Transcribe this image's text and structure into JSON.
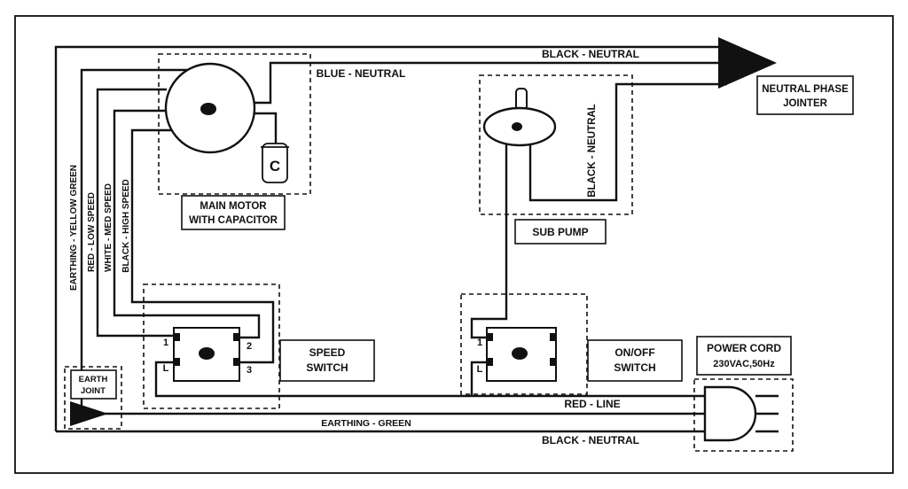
{
  "components": {
    "main_motor": {
      "label_lines": [
        "MAIN MOTOR",
        "WITH CAPACITOR"
      ],
      "capacitor_symbol": "C"
    },
    "sub_pump": {
      "label": "SUB PUMP"
    },
    "speed_switch": {
      "label_lines": [
        "SPEED",
        "SWITCH"
      ],
      "terminals": {
        "t1": "1",
        "t2": "2",
        "t3": "3",
        "tl": "L"
      }
    },
    "onoff_switch": {
      "label_lines": [
        "ON/OFF",
        "SWITCH"
      ],
      "terminals": {
        "t1": "1",
        "tl": "L"
      }
    },
    "earth_joint": {
      "label_lines": [
        "EARTH",
        "JOINT"
      ]
    },
    "neutral_phase_jointer": {
      "label_lines": [
        "NEUTRAL PHASE",
        "JOINTER"
      ]
    },
    "power_cord": {
      "label_lines": [
        "POWER CORD",
        "230VAC,50Hz"
      ]
    }
  },
  "wires": {
    "black_neutral_top": "BLACK - NEUTRAL",
    "blue_neutral": "BLUE - NEUTRAL",
    "black_neutral_pump": "BLACK - NEUTRAL",
    "earthing_yellow_green": "EARTHING - YELLOW GREEN",
    "red_low_speed": "RED - LOW SPEED",
    "white_med_speed": "WHITE - MED SPEED",
    "black_high_speed": "BLACK - HIGH SPEED",
    "red_line": "RED - LINE",
    "earthing_green": "EARTHING - GREEN",
    "black_neutral_bottom": "BLACK - NEUTRAL"
  }
}
